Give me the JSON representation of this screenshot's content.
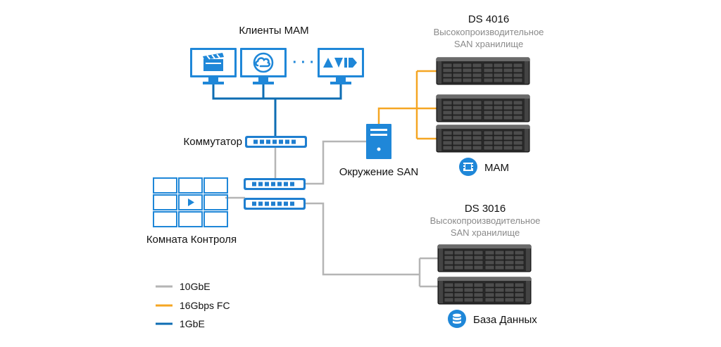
{
  "colors": {
    "gbe10": "#b5b5b5",
    "fc16": "#f5a623",
    "gbe1": "#0e6db3",
    "device_blue": "#1f87d8",
    "switch_blue": "#1f7fd0"
  },
  "mam_clients": {
    "title": "Клиенты МАМ",
    "dots": "· · ·",
    "monitors": [
      {
        "icon": "clapperboard-icon"
      },
      {
        "icon": "creative-cloud-icon"
      },
      {
        "icon": "avid-logo-icon"
      }
    ]
  },
  "switch_label": "Коммутатор",
  "san_env_label": "Окружение SAN",
  "control_room_label": "Комната Контроля",
  "ds4016": {
    "title": "DS 4016",
    "sub1": "Высокопроизводительное",
    "sub2": "SAN хранилище",
    "badge": "МАМ",
    "badge_icon": "film-icon"
  },
  "ds3016": {
    "title": "DS 3016",
    "sub1": "Высокопроизводительное",
    "sub2": "SAN хранилище",
    "badge": "База Данных",
    "badge_icon": "database-icon"
  },
  "legend": [
    {
      "label": "10GbE",
      "color": "#b5b5b5"
    },
    {
      "label": "16Gbps FC",
      "color": "#f5a623"
    },
    {
      "label": "1GbE",
      "color": "#0e6db3"
    }
  ]
}
